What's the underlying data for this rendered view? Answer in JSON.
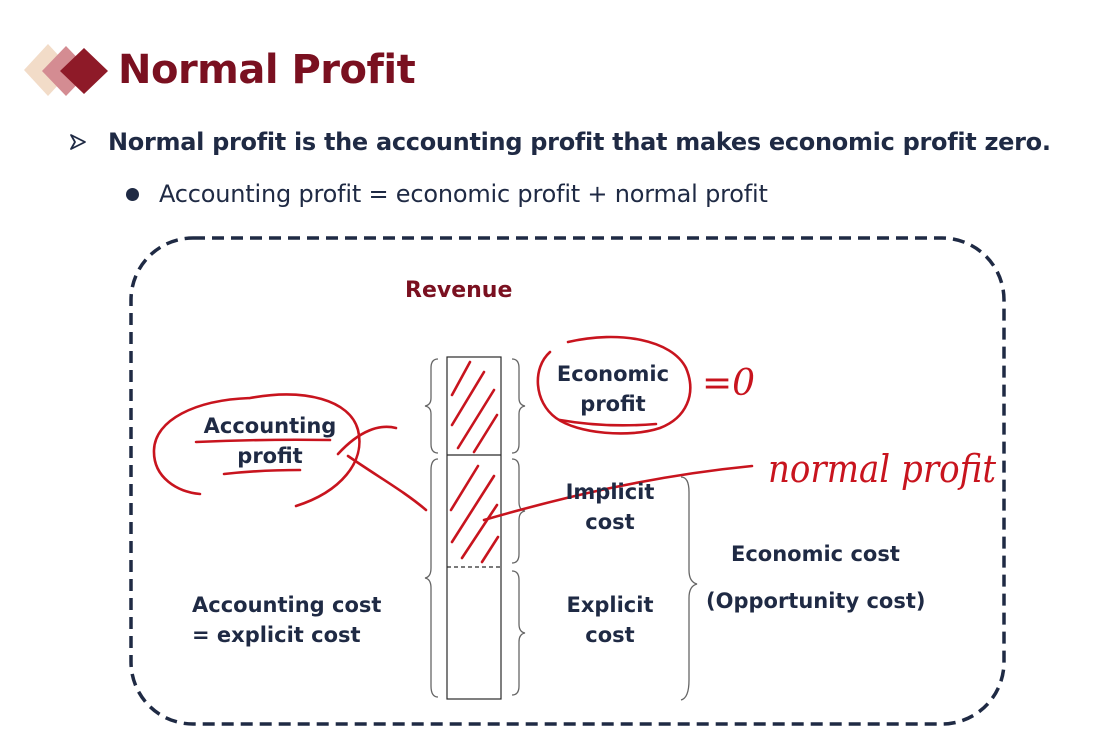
{
  "slide": {
    "title": "Normal Profit",
    "bullet_main": "Normal profit is the accounting profit that makes economic profit zero.",
    "bullet_sub": "Accounting profit = economic profit + normal profit"
  },
  "diagram": {
    "revenue": "Revenue",
    "economic_profit": [
      "Economic",
      "profit"
    ],
    "accounting_profit": [
      "Accounting",
      "profit"
    ],
    "implicit_cost": [
      "Implicit",
      "cost"
    ],
    "explicit_cost": [
      "Explicit",
      "cost"
    ],
    "accounting_cost": [
      "Accounting cost",
      "= explicit cost"
    ],
    "economic_cost": "Economic cost",
    "opportunity_cost": "(Opportunity cost)"
  },
  "annotations": {
    "equals_zero": "=0",
    "normal_profit": "normal profit",
    "ink_color": "#c8141e"
  },
  "colors": {
    "title": "#7a1020",
    "text": "#1f2a44",
    "frame": "#1f2a44"
  }
}
